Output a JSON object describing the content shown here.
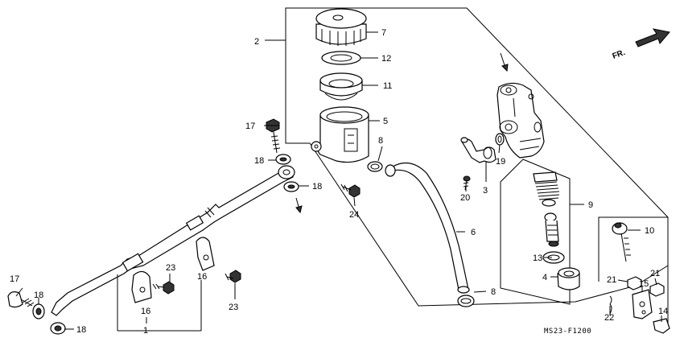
{
  "diagram": {
    "code": "MS23-F1200",
    "direction_label": "FR.",
    "callouts": {
      "c1": "1",
      "c2": "2",
      "c3": "3",
      "c4": "4",
      "c5": "5",
      "c6": "6",
      "c7": "7",
      "c8a": "8",
      "c8b": "8",
      "c9": "9",
      "c10": "10",
      "c11": "11",
      "c12": "12",
      "c13": "13",
      "c14": "14",
      "c15": "15",
      "c16a": "16",
      "c16b": "16",
      "c17a": "17",
      "c17b": "17",
      "c18a": "18",
      "c18b": "18",
      "c18c": "18",
      "c18d": "18",
      "c19": "19",
      "c20": "20",
      "c21a": "21",
      "c21b": "21",
      "c22": "22",
      "c23a": "23",
      "c23b": "23",
      "c24": "24"
    }
  }
}
